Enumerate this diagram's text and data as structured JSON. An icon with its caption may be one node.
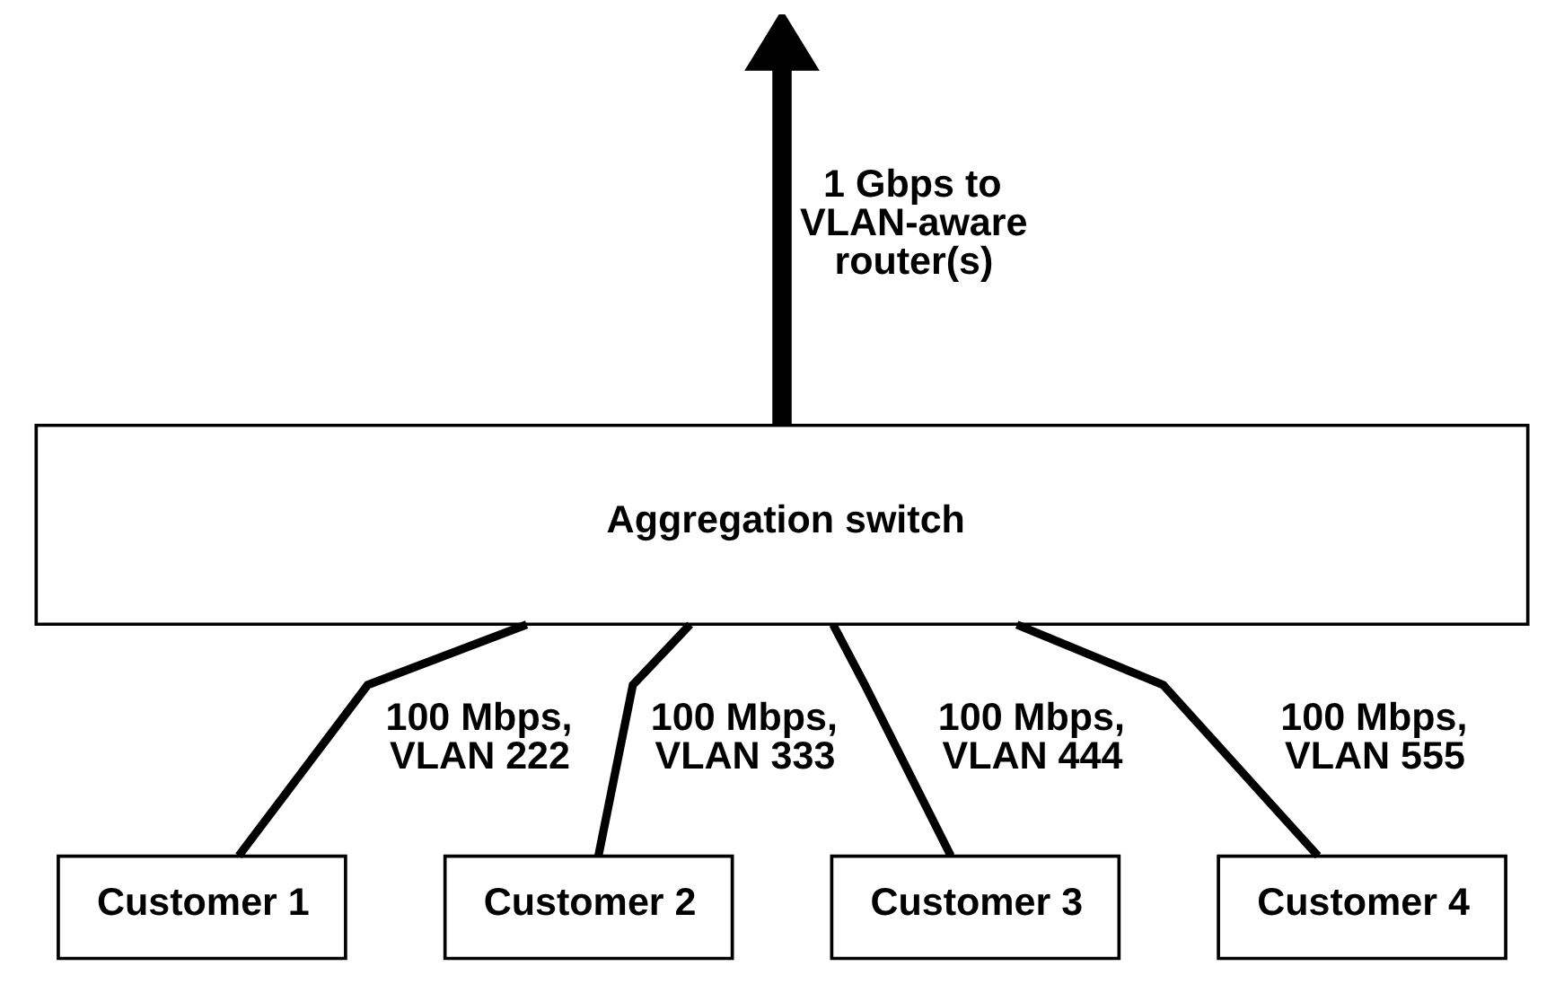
{
  "diagram": {
    "nodes": [
      {
        "text": [
          "Aggregation switch"
        ]
      },
      {
        "text": [
          "Customer 1"
        ]
      },
      {
        "text": [
          "Customer 2"
        ]
      },
      {
        "text": [
          "Customer 3"
        ]
      },
      {
        "text": [
          "Customer 4"
        ]
      }
    ],
    "edges": [
      {
        "from": 0,
        "to": null,
        "arrow": "to",
        "style": "thick",
        "label": "1 Gbps to VLAN-aware router(s)"
      },
      {
        "from": 0,
        "to": 1,
        "arrow": "none",
        "label": "100 Mbps, VLAN 222"
      },
      {
        "from": 0,
        "to": 2,
        "arrow": "none",
        "label": "100 Mbps, VLAN 333"
      },
      {
        "from": 0,
        "to": 3,
        "arrow": "none",
        "label": "100 Mbps, VLAN 444"
      },
      {
        "from": 0,
        "to": 4,
        "arrow": "none",
        "label": "100 Mbps, VLAN 555"
      }
    ]
  }
}
